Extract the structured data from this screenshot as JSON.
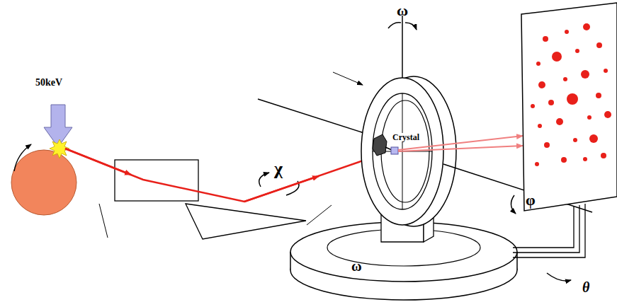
{
  "diagram": {
    "labels": [
      "50keV",
      "ω",
      "χ",
      "Crystal",
      "φ",
      "ω",
      "θ"
    ]
  }
}
